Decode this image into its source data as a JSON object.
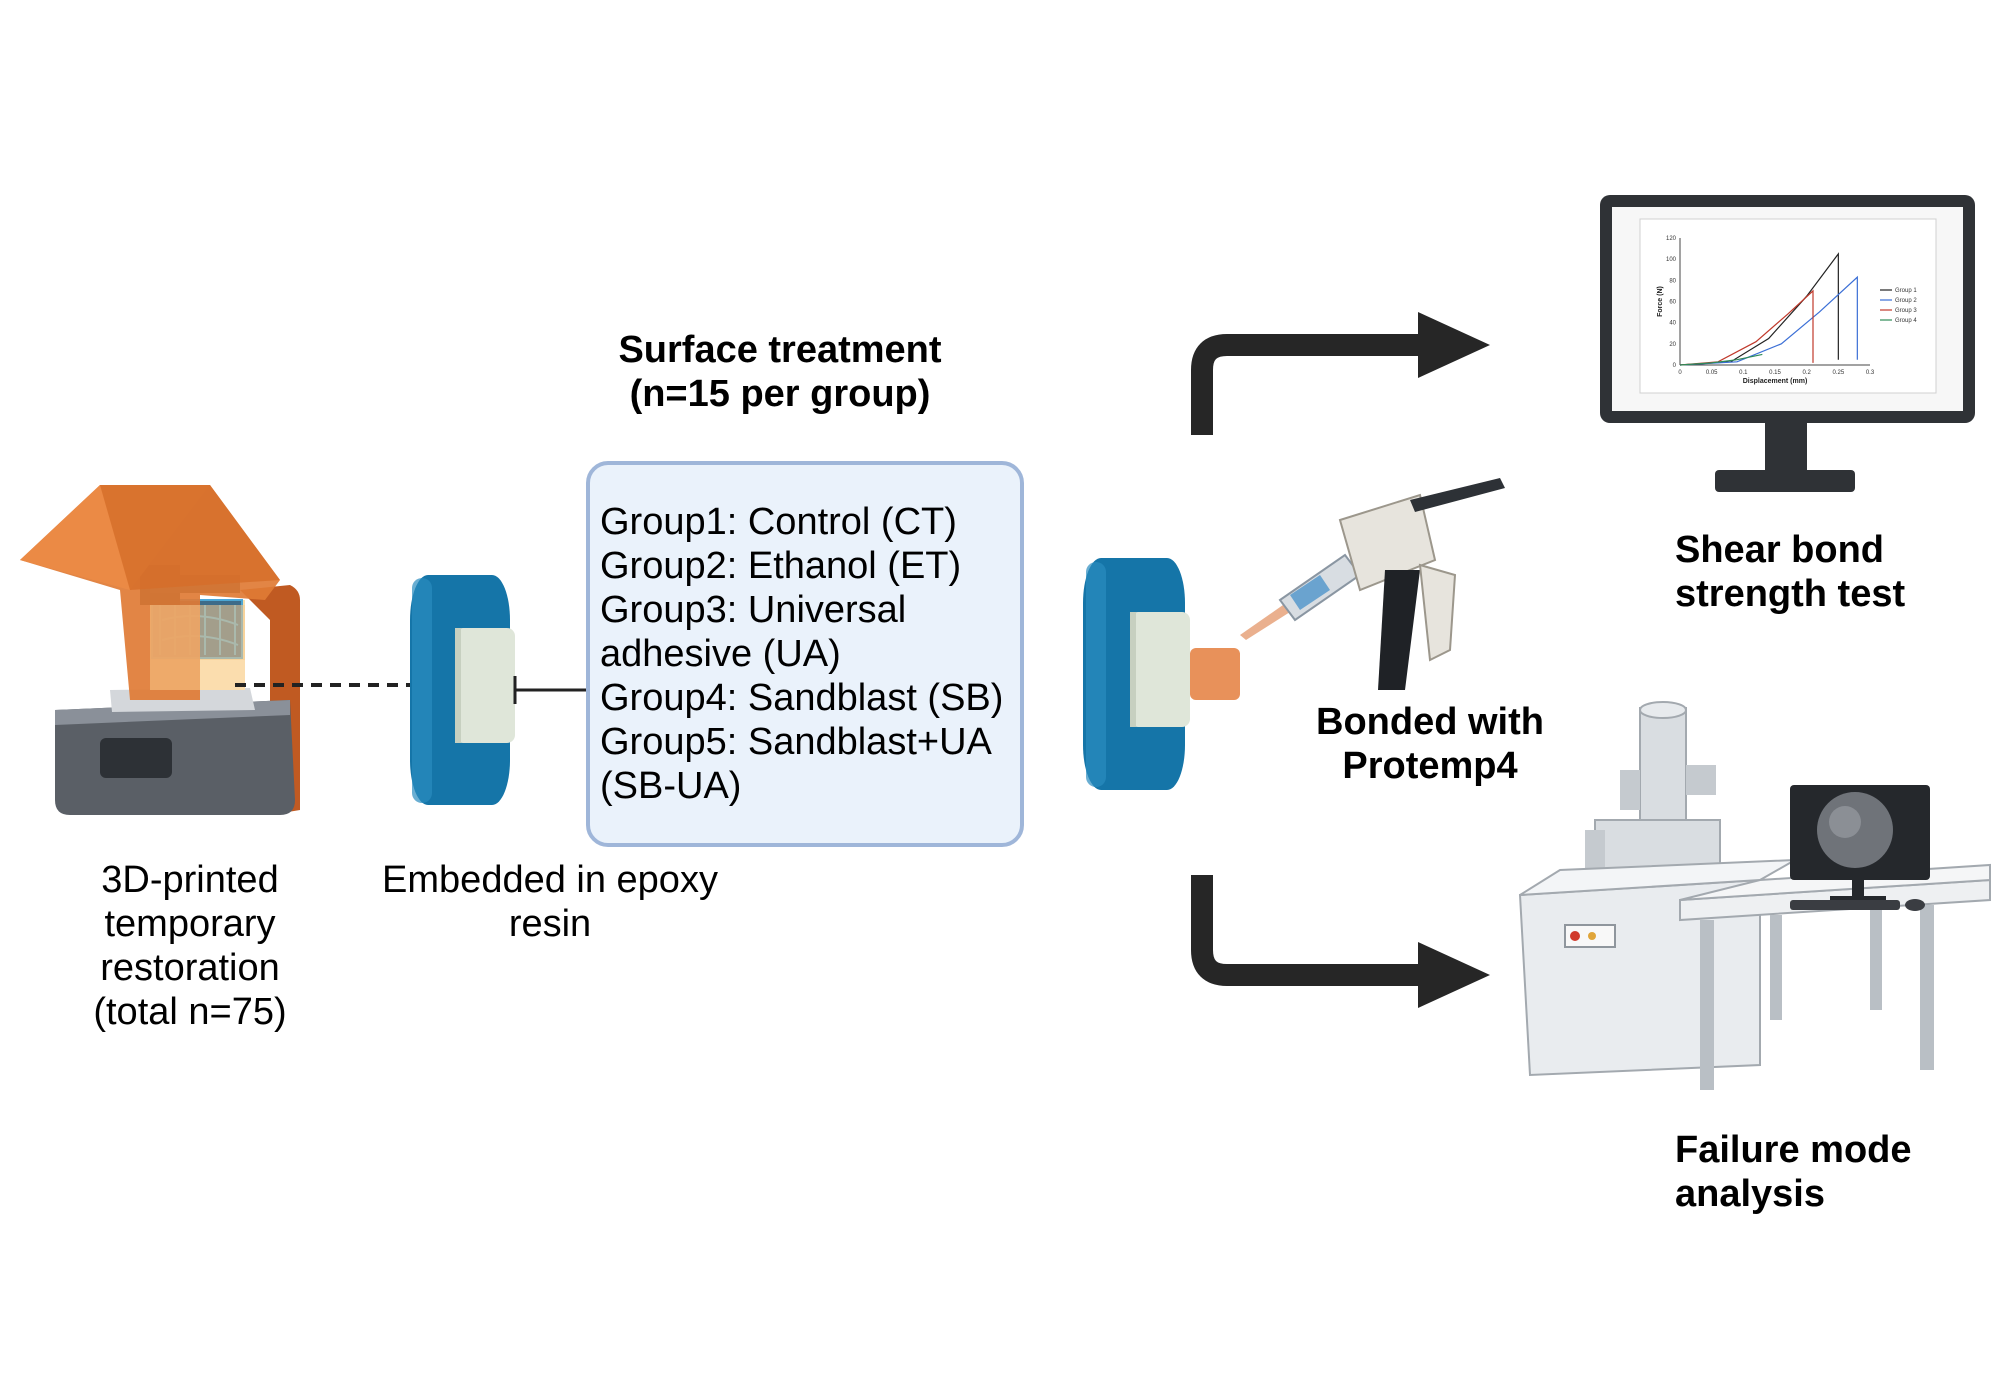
{
  "printer_label": {
    "lines": [
      "3D-printed",
      "temporary",
      "restoration",
      "(total n=75)"
    ]
  },
  "epoxy_label": {
    "lines": [
      "Embedded in epoxy",
      "resin"
    ]
  },
  "surface_treatment": {
    "title_lines": [
      "Surface treatment",
      "(n=15 per group)"
    ],
    "groups": [
      "Group1: Control (CT)",
      "Group2: Ethanol (ET)",
      "Group3: Universal adhesive (UA)",
      "Group4: Sandblast (SB)",
      "Group5: Sandblast+UA (SB-UA)"
    ]
  },
  "bonding_label": {
    "lines": [
      "Bonded with",
      "Protemp4"
    ]
  },
  "shear_label": {
    "lines": [
      "Shear bond",
      "strength test"
    ]
  },
  "failure_label": {
    "lines": [
      "Failure mode",
      "analysis"
    ]
  },
  "monitor_chart": {
    "chart_data": {
      "type": "line",
      "xlabel": "Displacement (mm)",
      "ylabel": "Force (N)",
      "xlim": [
        0,
        0.3
      ],
      "ylim": [
        0,
        120
      ],
      "x_ticks": [
        "0",
        "0.05",
        "0.1",
        "0.15",
        "0.2",
        "0.25",
        "0.3"
      ],
      "y_ticks": [
        "0",
        "20",
        "40",
        "60",
        "80",
        "100",
        "120"
      ],
      "series": [
        {
          "name": "Group 1",
          "color": "#222222",
          "x": [
            0,
            0.08,
            0.14,
            0.2,
            0.25,
            0.25
          ],
          "y": [
            0,
            3,
            25,
            65,
            105,
            5
          ]
        },
        {
          "name": "Group 2",
          "color": "#3b6fd6",
          "x": [
            0,
            0.09,
            0.16,
            0.22,
            0.28,
            0.28
          ],
          "y": [
            0,
            3,
            20,
            50,
            83,
            5
          ]
        },
        {
          "name": "Group 3",
          "color": "#c0392b",
          "x": [
            0,
            0.06,
            0.12,
            0.17,
            0.21,
            0.21
          ],
          "y": [
            0,
            3,
            22,
            48,
            70,
            2
          ]
        },
        {
          "name": "Group 4",
          "color": "#2e8b57",
          "x": [
            0,
            0.05,
            0.09,
            0.13
          ],
          "y": [
            0,
            2,
            5,
            10
          ]
        }
      ],
      "legend": "top-right",
      "grid": false
    }
  },
  "colors": {
    "printer_orange": "#e07b35",
    "epoxy_blue": "#1575a8",
    "specimen": "#dfe6d9",
    "box_fill": "#eaf2fb",
    "box_border": "#9fb6d9",
    "arrow": "#262626",
    "protemp": "#e8915a"
  }
}
